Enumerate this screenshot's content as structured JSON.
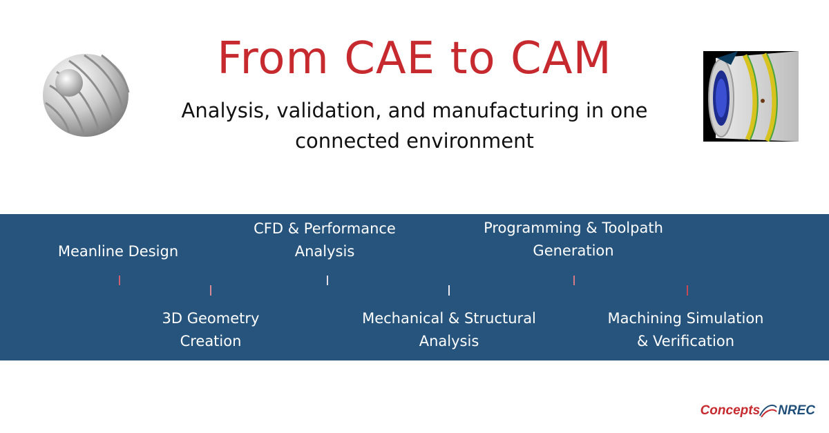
{
  "header": {
    "title": "From CAE to CAM",
    "subtitle_line1": "Analysis, validation, and manufacturing in one",
    "subtitle_line2": "connected environment"
  },
  "images": {
    "left": "impeller-render",
    "right": "machining-simulation-render"
  },
  "timeline": {
    "upper_labels": [
      {
        "line1": "Meanline Design",
        "line2": ""
      },
      {
        "line1": "CFD & Performance",
        "line2": "Analysis"
      },
      {
        "line1": "Programming & Toolpath",
        "line2": "Generation"
      }
    ],
    "lower_labels": [
      {
        "line1": "3D Geometry",
        "line2": "Creation"
      },
      {
        "line1": "Mechanical & Structural",
        "line2": "Analysis"
      },
      {
        "line1": "Machining Simulation",
        "line2": "& Verification"
      }
    ],
    "colors": {
      "band": "#27547c",
      "line_edge": "#c62a2f",
      "line_center": "#e8e8ee"
    }
  },
  "brand": {
    "part1": "Concepts",
    "part2": "NREC",
    "colors": {
      "red": "#c62a2f",
      "blue": "#1f4e79"
    }
  }
}
